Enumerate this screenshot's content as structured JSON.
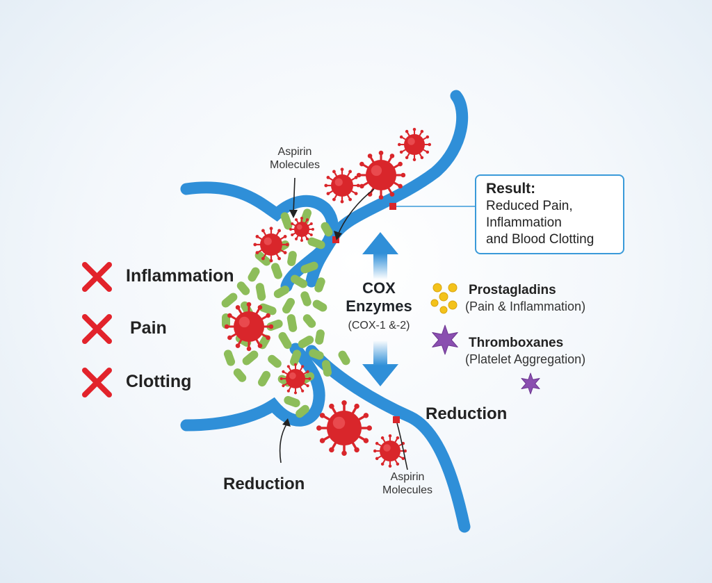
{
  "effects": [
    {
      "label": "Inflammation",
      "icon": "red-x-icon"
    },
    {
      "label": "Pain",
      "icon": "red-x-icon"
    },
    {
      "label": "Clotting",
      "icon": "red-x-icon"
    }
  ],
  "labels": {
    "aspirin_top": [
      "Aspirin",
      "Molecules"
    ],
    "aspirin_bottom": [
      "Aspirin",
      "Molecules"
    ],
    "cox_title": [
      "COX",
      "Enzymes"
    ],
    "cox_sub": "(COX-1 &-2)",
    "reduction_left": "Reduction",
    "reduction_right": "Reduction"
  },
  "result": {
    "title": "Result:",
    "lines": [
      "Reduced Pain,",
      "Inflammation",
      "and Blood Clotting"
    ]
  },
  "legend": [
    {
      "title": "Prostagladins",
      "subtitle": "(Pain & Inflammation)",
      "icon": "yellow-dots-icon"
    },
    {
      "title": "Thromboxanes",
      "subtitle": "(Platelet Aggregation)",
      "icon": "purple-star-icon"
    }
  ],
  "colors": {
    "vessel": "#2f8fd8",
    "aspirin": "#8dbd5a",
    "virus": "#d9262b",
    "cross": "#e2232b",
    "prostaglandin": "#f3c21b",
    "thromboxane": "#8a4fb0",
    "arrow": "#2f8fd8"
  }
}
